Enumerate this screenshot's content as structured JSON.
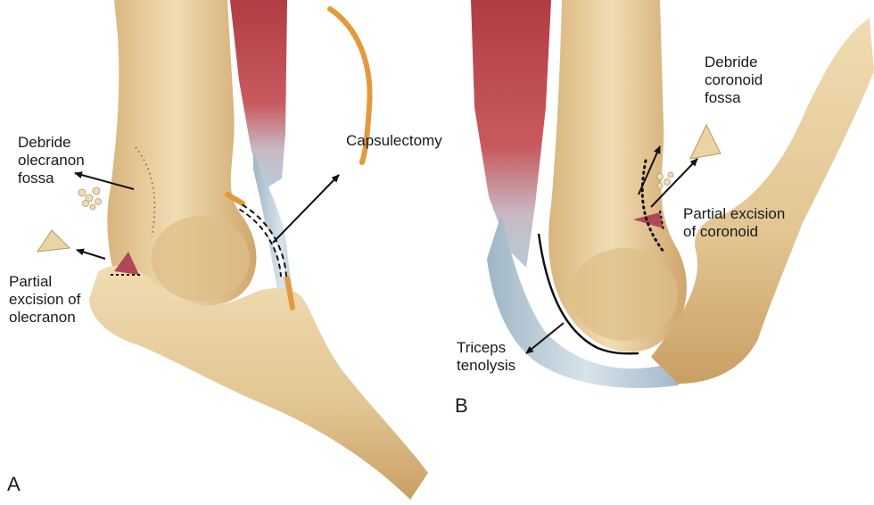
{
  "panel_a": {
    "letter": "A",
    "labels": {
      "debride_olecranon": "Debride\nolecranon\nfossa",
      "partial_excision_olecranon": "Partial\nexcision of\nolecranon",
      "capsulectomy": "Capsulectomy"
    }
  },
  "panel_b": {
    "letter": "B",
    "labels": {
      "debride_coronoid": "Debride\ncoronoid\nfossa",
      "partial_excision_coronoid": "Partial excision\nof coronoid",
      "triceps_tenolysis": "Triceps\ntenolysis"
    }
  },
  "colors": {
    "bone": "#e8cfa0",
    "bone_shade": "#c9a46b",
    "muscle": "#b8434a",
    "tendon": "#b7cbd8",
    "capsule": "#e39a3c",
    "excised_fragment": "#b0485a",
    "arrow": "#111111"
  }
}
